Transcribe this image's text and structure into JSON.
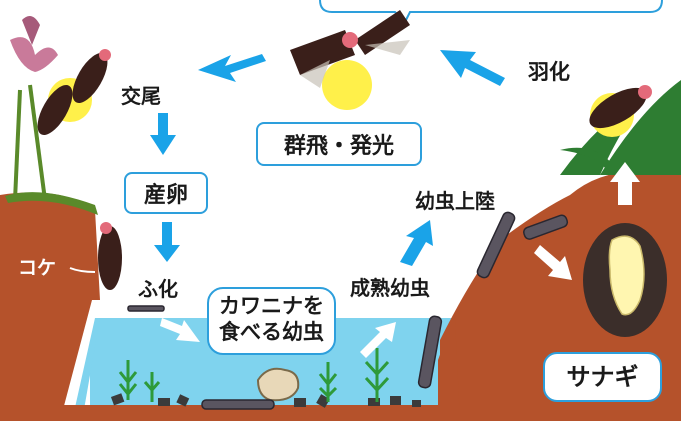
{
  "labels": {
    "mating": "交尾",
    "swarm_glow": "群飛・発光",
    "emergence": "羽化",
    "eggs": "産卵",
    "moss": "コケ",
    "hatching": "ふ化",
    "larva_eating_line1": "カワニナを",
    "larva_eating_line2": "食べる幼虫",
    "mature_larva": "成熟幼虫",
    "larva_landing": "幼虫上陸",
    "pupa": "サナギ"
  },
  "colors": {
    "arrow": "#1aa3e8",
    "soil": "#b5522b",
    "water": "#7fd3ee",
    "firefly_body": "#3a1f1a",
    "firefly_head": "#e36a7a",
    "glow": "#fff04a",
    "box_border": "#2d9fdc"
  }
}
